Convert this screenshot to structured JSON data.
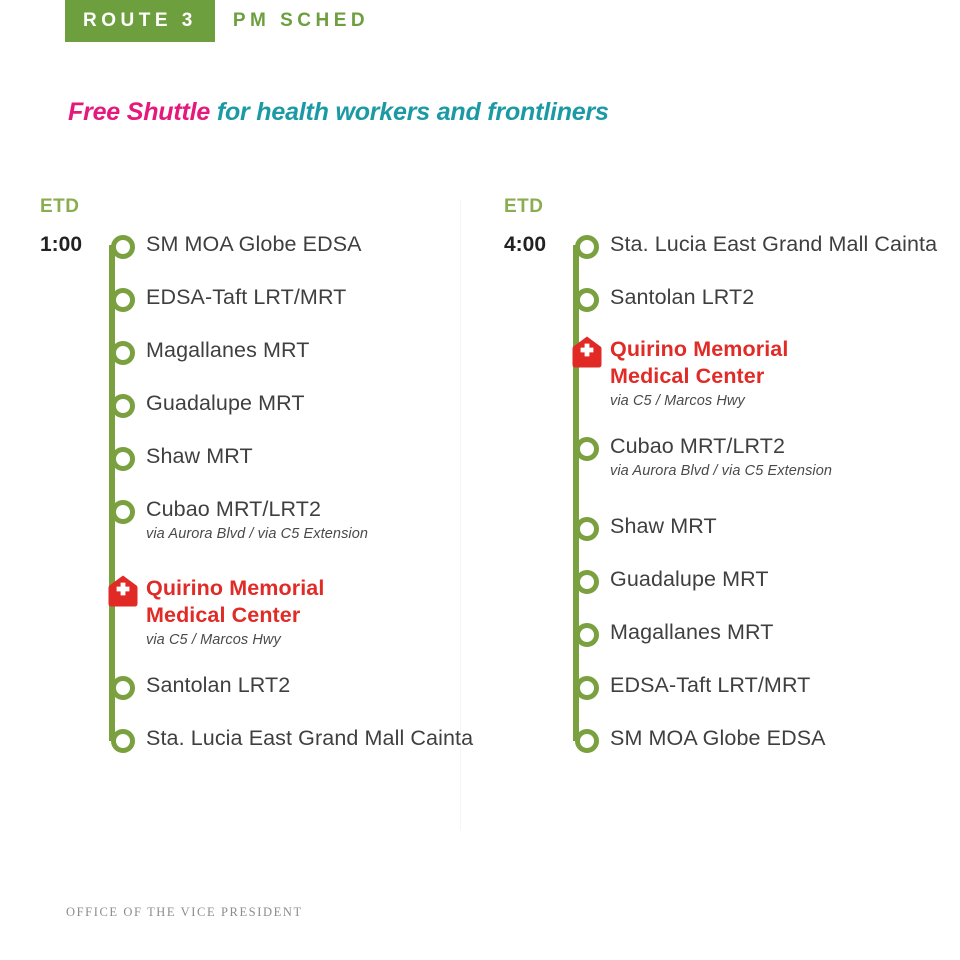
{
  "header": {
    "route_badge": "ROUTE 3",
    "sched_label": "PM SCHED",
    "badge_color": "#6d9f3f",
    "sched_color": "#6d9f3f"
  },
  "subtitle": {
    "highlight": "Free Shuttle",
    "highlight_color": "#e5187c",
    "rest": " for health workers and frontliners",
    "rest_color": "#1b9aa6"
  },
  "colors": {
    "track_green": "#7aa03f",
    "etd_green": "#8aad51",
    "hospital_red": "#e02b26",
    "stop_text": "#3f3f3f",
    "background": "#ffffff",
    "divider": "#f5f5f5"
  },
  "columns": [
    {
      "etd_label": "ETD",
      "departure_time": "1:00",
      "stops": [
        {
          "name": "SM MOA Globe EDSA",
          "sub": "",
          "type": "stop"
        },
        {
          "name": "EDSA-Taft LRT/MRT",
          "sub": "",
          "type": "stop"
        },
        {
          "name": "Magallanes MRT",
          "sub": "",
          "type": "stop"
        },
        {
          "name": "Guadalupe MRT",
          "sub": "",
          "type": "stop"
        },
        {
          "name": "Shaw MRT",
          "sub": "",
          "type": "stop"
        },
        {
          "name": "Cubao MRT/LRT2",
          "sub": "via Aurora Blvd / via C5 Extension",
          "type": "stop"
        },
        {
          "name": "Quirino Memorial Medical Center",
          "sub": "via C5 / Marcos Hwy",
          "type": "hospital"
        },
        {
          "name": "Santolan LRT2",
          "sub": "",
          "type": "stop"
        },
        {
          "name": "Sta. Lucia East Grand Mall Cainta",
          "sub": "",
          "type": "stop"
        }
      ]
    },
    {
      "etd_label": "ETD",
      "departure_time": "4:00",
      "stops": [
        {
          "name": "Sta. Lucia East Grand Mall Cainta",
          "sub": "",
          "type": "stop"
        },
        {
          "name": "Santolan LRT2",
          "sub": "",
          "type": "stop"
        },
        {
          "name": "Quirino Memorial Medical Center",
          "sub": "via C5 / Marcos Hwy",
          "type": "hospital"
        },
        {
          "name": "Cubao MRT/LRT2",
          "sub": "via Aurora Blvd / via C5 Extension",
          "type": "stop"
        },
        {
          "name": "Shaw MRT",
          "sub": "",
          "type": "stop"
        },
        {
          "name": "Guadalupe MRT",
          "sub": "",
          "type": "stop"
        },
        {
          "name": "Magallanes MRT",
          "sub": "",
          "type": "stop"
        },
        {
          "name": "EDSA-Taft LRT/MRT",
          "sub": "",
          "type": "stop"
        },
        {
          "name": "SM MOA Globe EDSA",
          "sub": "",
          "type": "stop"
        }
      ]
    }
  ],
  "footer": {
    "text": "OFFICE OF THE VICE PRESIDENT"
  }
}
